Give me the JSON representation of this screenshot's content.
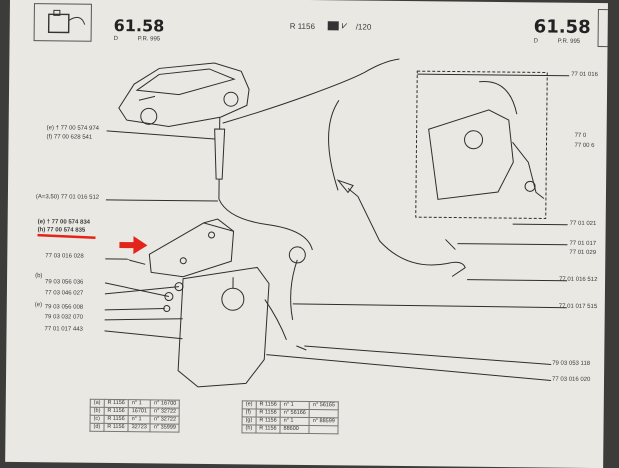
{
  "header": {
    "page_number_left": "61.58",
    "page_sub_left": "D",
    "pr_left": "P.R. 995",
    "page_number_right": "61.58",
    "page_sub_right": "D",
    "pr_right": "P.R. 995",
    "model_code": "R 1156",
    "model_suffix": "/120"
  },
  "callouts": {
    "pump_label_e": "(e) † 77 00 574 974",
    "pump_label_f": "(f) 77 00 628 541",
    "hose_label": "(A=3,50) 77 01 016 512",
    "bracket_label_e": "(e) † 77 00 574 834",
    "bracket_label_h": "(h) 77 00 574 835",
    "screw_label": "77 03 016 028",
    "washer_label": "79 03 056 036",
    "nut_label": "77 03 046 027",
    "clip_label_a": "79 03 056 008",
    "clip_label_b": "79 03 032 070",
    "tank_label": "77 01 017 443",
    "group_b": "(b)",
    "group_e": "(e)",
    "right_1": "77 01 016",
    "right_2": "77 0",
    "right_3": "77 00 6",
    "right_4": "77 01 021",
    "right_5": "77 01 017",
    "right_6": "77 01 029",
    "right_7": "77 01 016 512",
    "right_8": "77 01 017 515",
    "right_9": "79 03 053 118",
    "right_10": "77 03 016 020"
  },
  "bottom_table_left": [
    [
      "(a)",
      "R 1156",
      "n° 1",
      "n° 16700"
    ],
    [
      "(b)",
      "R 1156",
      "16701",
      "n° 32722"
    ],
    [
      "(c)",
      "R 1156",
      "n° 1",
      "n° 32722"
    ],
    [
      "(d)",
      "R 1156",
      "32723",
      "n° 35999"
    ]
  ],
  "bottom_table_right": [
    [
      "(e)",
      "R 1156",
      "n° 1",
      "n° 56165"
    ],
    [
      "(f)",
      "R 1156",
      "n° 56166",
      ""
    ],
    [
      "(g)",
      "R 1156",
      "n° 1",
      "n° 88599"
    ],
    [
      "(h)",
      "R 1156",
      "88600",
      ""
    ]
  ],
  "colors": {
    "highlight": "#e3241b",
    "ink": "#2e2e2e",
    "paper": "#e9e8e2"
  }
}
